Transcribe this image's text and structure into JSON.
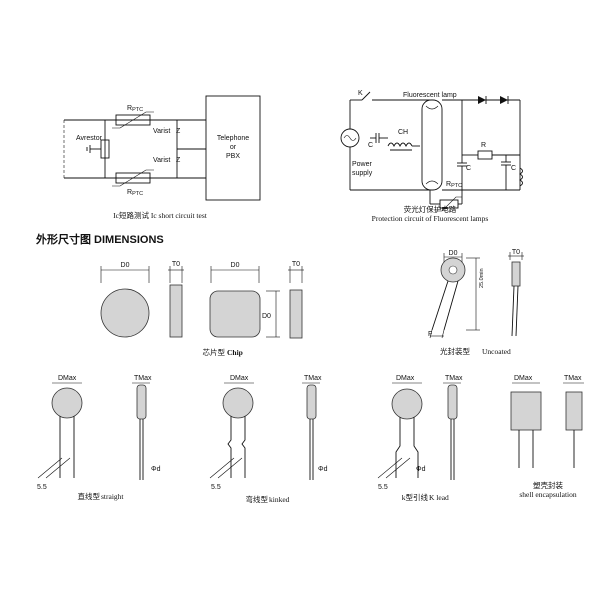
{
  "circuit_left": {
    "r_ptc_top": "R",
    "r_ptc_top_sub": "PTC",
    "varist_top": "Varist",
    "avrestor": "Avrestor",
    "varist_bottom": "Varist",
    "r_ptc_bottom": "R",
    "r_ptc_bottom_sub": "PTC",
    "telephone_line1": "Telephone",
    "telephone_line2": "or",
    "telephone_line3": "PBX",
    "z1": "Z",
    "z2": "Z",
    "caption": "Ic短路测试  Ic short circuit test"
  },
  "circuit_right": {
    "k": "K",
    "fluorescent": "Fluorescent lamp",
    "c1": "C",
    "ch": "CH",
    "power1": "Power",
    "power2": "supply",
    "r": "R",
    "c2": "C",
    "c3": "C",
    "rptc": "R",
    "rptc_sub": "PTC",
    "caption_cn": "荧光灯保护电路",
    "caption_en": "Protection circuit of Fluorescent lamps"
  },
  "dimensions": {
    "heading": "外形尺寸图 DIMENSIONS",
    "chip": {
      "d0": "D0",
      "t0": "T0",
      "d0b": "D0",
      "t0b": "T0",
      "d0_side": "D0",
      "caption_cn": "芯片型",
      "caption_en": "Chip"
    },
    "uncoated": {
      "d0": "D0",
      "t0": "T0",
      "len": "25.0min",
      "f": "F",
      "caption_cn": "光封装型",
      "caption_en": "Uncoated"
    },
    "straight": {
      "dmax": "DMax",
      "tmax": "TMax",
      "dim": "5.5",
      "phi": "Φd",
      "caption_cn": "直线型",
      "caption_en": "straight"
    },
    "kinked": {
      "dmax": "DMax",
      "tmax": "TMax",
      "dim": "5.5",
      "phi": "Φd",
      "caption_cn": "弯线型",
      "caption_en": "kinked"
    },
    "klead": {
      "dmax": "DMax",
      "tmax": "TMax",
      "dim": "5.5",
      "phi": "Φd",
      "caption_cn": "k型引线",
      "caption_en": "K lead"
    },
    "shell": {
      "dmax": "DMax",
      "tmax": "TMax",
      "caption_cn": "塑壳封装",
      "caption_en": "shell encapsulation"
    }
  }
}
